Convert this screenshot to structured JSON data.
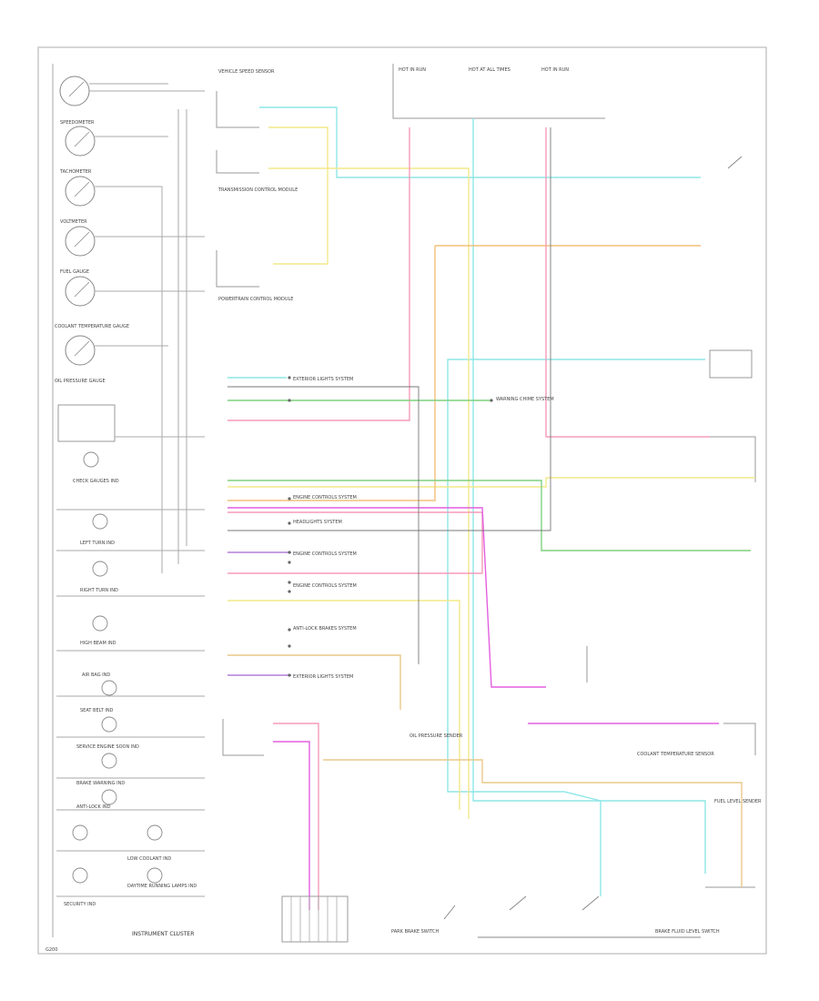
{
  "labels": {
    "speedometer": "SPEEDOMETER",
    "tachometer": "TACHOMETER",
    "voltmeter": "VOLTMETER",
    "fuel_gauge": "FUEL GAUGE",
    "coolant_temp": "COOLANT TEMPERATURE GAUGE",
    "oil_pressure": "OIL PRESSURE GAUGE",
    "check_gauges": "CHECK GAUGES IND",
    "cluster": "INSTRUMENT CLUSTER",
    "left_turn": "LEFT TURN IND",
    "right_turn": "RIGHT TURN IND",
    "high_beam": "HIGH BEAM IND",
    "airbag": "AIR BAG IND",
    "seat_belt": "SEAT BELT IND",
    "service_engine": "SERVICE ENGINE SOON IND",
    "brake_warning": "BRAKE WARNING IND",
    "anti_lock": "ANTI-LOCK IND",
    "low_coolant": "LOW COOLANT IND",
    "security": "SECURITY IND",
    "daytime_lamps": "DAYTIME RUNNING LAMPS IND",
    "fuse_a": "HOT IN RUN",
    "fuse_b": "HOT AT ALL TIMES",
    "fuse_c": "HOT IN RUN",
    "vss": "VEHICLE SPEED SENSOR",
    "tcm": "TRANSMISSION CONTROL MODULE",
    "pcm": "POWERTRAIN CONTROL MODULE",
    "exterior_lights": "EXTERIOR LIGHTS SYSTEM",
    "engine_controls": "ENGINE CONTROLS SYSTEM",
    "headlights": "HEADLIGHTS SYSTEM",
    "anti_lock_system": "ANTI-LOCK BRAKES SYSTEM",
    "warning_chime": "WARNING CHIME SYSTEM",
    "fuel_sender": "FUEL LEVEL SENDER",
    "oil_sender": "OIL PRESSURE SENDER",
    "coolant_sensor": "COOLANT TEMPERATURE SENSOR",
    "brake_switch": "PARK BRAKE SWITCH",
    "fluid_switch": "BRAKE FLUID LEVEL SWITCH",
    "ground": "G200"
  },
  "wire_colors": {
    "yellow": "#f2e88a",
    "orange": "#f2c07a",
    "cyan": "#8fe6e6",
    "pink": "#f59bb8",
    "green": "#7fd07f",
    "magenta": "#e45fe0",
    "tan": "#e8c98a",
    "purple": "#b47fd8",
    "black": "#555555"
  }
}
